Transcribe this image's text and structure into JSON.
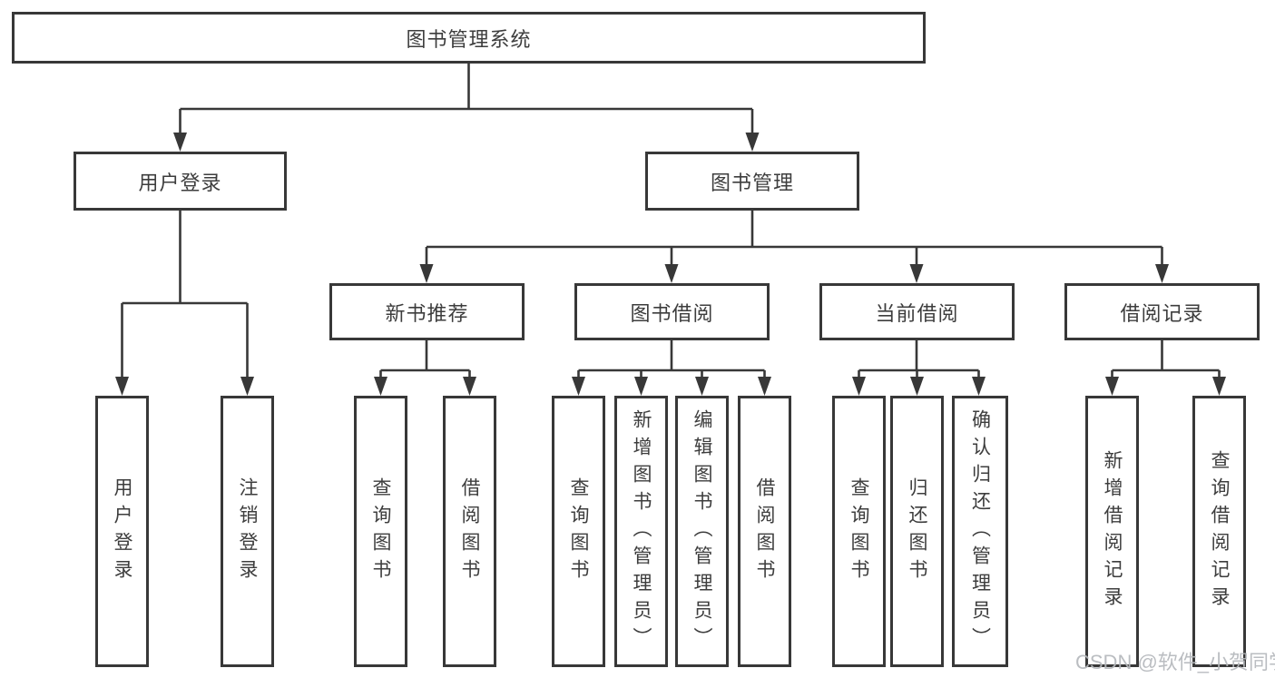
{
  "nodes": {
    "root": "图书管理系统",
    "login": "用户登录",
    "management": "图书管理",
    "recommend": "新书推荐",
    "borrowing": "图书借阅",
    "current": "当前借阅",
    "records": "借阅记录"
  },
  "leaves": {
    "login": [
      "用户登录",
      "注销登录"
    ],
    "recommend": [
      "查询图书",
      "借阅图书"
    ],
    "borrowing": [
      "查询图书",
      "新增图书（管理员）",
      "编辑图书（管理员）",
      "借阅图书"
    ],
    "current": [
      "查询图书",
      "归还图书",
      "确认归还（管理员）"
    ],
    "records": [
      "新增借阅记录",
      "查询借阅记录"
    ]
  },
  "watermark": "CSDN @软件_小贺同学",
  "colors": {
    "line": "#383838",
    "text": "#3d3d3d",
    "watermark": "#b5b8bc",
    "background": "#ffffff"
  }
}
